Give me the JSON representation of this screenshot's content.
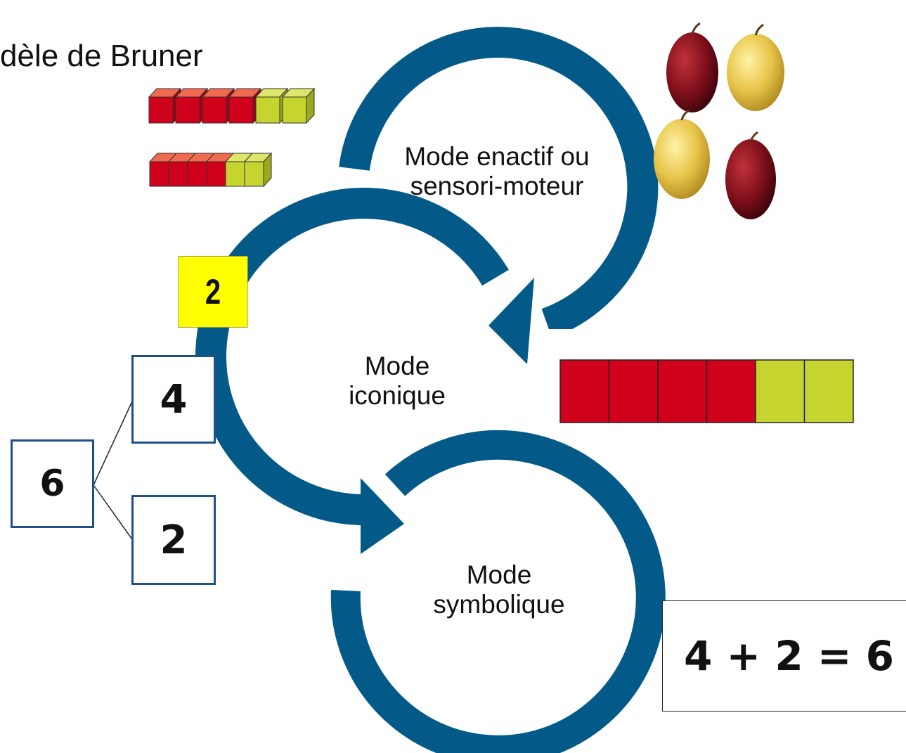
{
  "title": "dèle de Bruner",
  "modes": {
    "enactive": [
      "Mode enactif ou",
      "sensori-moteur"
    ],
    "iconic": [
      "Mode",
      "iconique"
    ],
    "symbolic": [
      "Mode",
      "symbolique"
    ]
  },
  "number_card": "2",
  "decomposition": {
    "whole": "6",
    "part_top": "4",
    "part_bottom": "2"
  },
  "equation": "4 + 2 = 6",
  "colors": {
    "arrow": "#035a88",
    "cube_red": "#d0021b",
    "cube_green": "#c6d430",
    "card_yellow": "#ffff00",
    "box_border": "#1f4e8c"
  },
  "bar_segments": [
    "red",
    "red",
    "red",
    "red",
    "green",
    "green"
  ],
  "apples": [
    "red",
    "yellow",
    "yellow",
    "red"
  ]
}
